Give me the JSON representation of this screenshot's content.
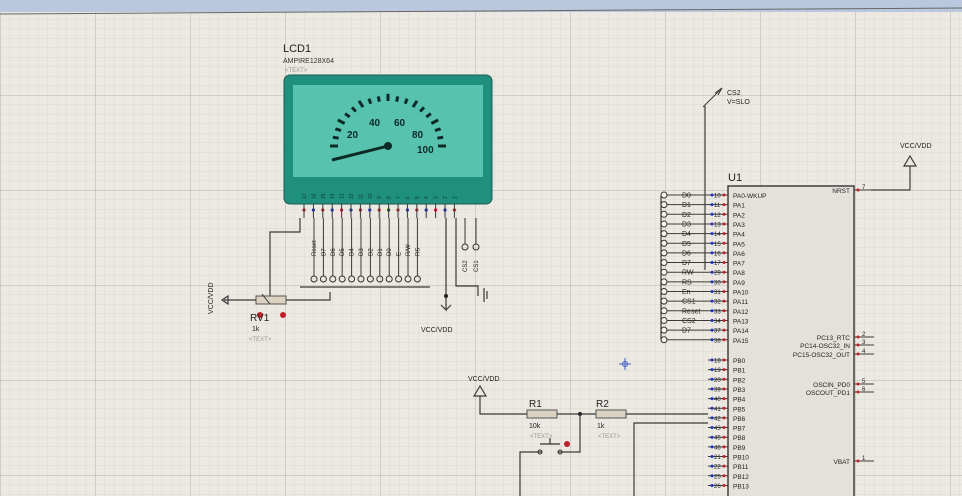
{
  "colors": {
    "sheet": "#ece9e2",
    "grid_minor": "#d6d3cc",
    "grid_major": "#b8b4ac",
    "wire": "#3a3a3a",
    "lcd_bezel": "#1f8f7e",
    "lcd_screen": "#57c2ae",
    "pin_red": "#c0202a",
    "pin_blue": "#2030c0",
    "chip_fill": "#e4e1da",
    "toolbar": "#b9c8dc"
  },
  "lcd": {
    "ref": "LCD1",
    "part": "AMPIRE128X64",
    "text_placeholder": "<TEXT>",
    "gauge_labels": [
      "20",
      "40",
      "60",
      "80",
      "100"
    ],
    "pin_labels": [
      "Reset",
      "D7",
      "D6",
      "D5",
      "D4",
      "D3",
      "D2",
      "D1",
      "D0",
      "E",
      "R/W",
      "RS"
    ],
    "cs_labels": [
      "CS2",
      "CS1"
    ],
    "pin_numbers": [
      "17",
      "16",
      "15",
      "14",
      "13",
      "12",
      "11",
      "10",
      "9",
      "8",
      "7",
      "6",
      "5",
      "4",
      "3",
      "2",
      "1"
    ]
  },
  "rv1": {
    "ref": "RV1",
    "value": "1k",
    "text_placeholder": "<TEXT>",
    "supply": "VCC/VDD"
  },
  "lcd_supply": "VCC/VDD",
  "cs2_probe": {
    "name": "CS2",
    "value": "V=SLO"
  },
  "vcc_top_right": "VCC/VDD",
  "r1": {
    "ref": "R1",
    "value": "10k",
    "text_placeholder": "<TEXT>",
    "supply": "VCC/VDD"
  },
  "r2": {
    "ref": "R2",
    "value": "1k",
    "text_placeholder": "<TEXT>"
  },
  "u1": {
    "ref": "U1",
    "pa_pins": [
      {
        "num": "10",
        "name": "PA0-WKUP",
        "net": "D0"
      },
      {
        "num": "11",
        "name": "PA1",
        "net": "D1"
      },
      {
        "num": "12",
        "name": "PA2",
        "net": "D2"
      },
      {
        "num": "13",
        "name": "PA3",
        "net": "D3"
      },
      {
        "num": "14",
        "name": "PA4",
        "net": "D4"
      },
      {
        "num": "15",
        "name": "PA5",
        "net": "D5"
      },
      {
        "num": "16",
        "name": "PA6",
        "net": "D6"
      },
      {
        "num": "17",
        "name": "PA7",
        "net": "D7"
      },
      {
        "num": "29",
        "name": "PA8",
        "net": "RW"
      },
      {
        "num": "30",
        "name": "PA9",
        "net": "RS"
      },
      {
        "num": "31",
        "name": "PA10",
        "net": "En"
      },
      {
        "num": "32",
        "name": "PA11",
        "net": "CS1"
      },
      {
        "num": "33",
        "name": "PA12",
        "net": "Reset"
      },
      {
        "num": "34",
        "name": "PA13",
        "net": "CS2"
      },
      {
        "num": "37",
        "name": "PA14",
        "net": "D7"
      },
      {
        "num": "38",
        "name": "PA15",
        "net": ""
      }
    ],
    "pb_pins": [
      {
        "num": "18",
        "name": "PB0"
      },
      {
        "num": "19",
        "name": "PB1"
      },
      {
        "num": "20",
        "name": "PB2"
      },
      {
        "num": "39",
        "name": "PB3"
      },
      {
        "num": "40",
        "name": "PB4"
      },
      {
        "num": "41",
        "name": "PB5"
      },
      {
        "num": "42",
        "name": "PB6"
      },
      {
        "num": "43",
        "name": "PB7"
      },
      {
        "num": "45",
        "name": "PB8"
      },
      {
        "num": "46",
        "name": "PB9"
      },
      {
        "num": "21",
        "name": "PB10"
      },
      {
        "num": "22",
        "name": "PB11"
      },
      {
        "num": "25",
        "name": "PB12"
      },
      {
        "num": "26",
        "name": "PB13"
      }
    ],
    "right_pins": [
      {
        "num": "7",
        "name": "NRST"
      },
      {
        "num": "2",
        "name": "PC13_RTC"
      },
      {
        "num": "3",
        "name": "PC14-OSC32_IN"
      },
      {
        "num": "4",
        "name": "PC15-OSC32_OUT"
      },
      {
        "num": "5",
        "name": "OSCIN_PD0"
      },
      {
        "num": "6",
        "name": "OSCOUT_PD1"
      },
      {
        "num": "1",
        "name": "VBAT"
      }
    ]
  }
}
